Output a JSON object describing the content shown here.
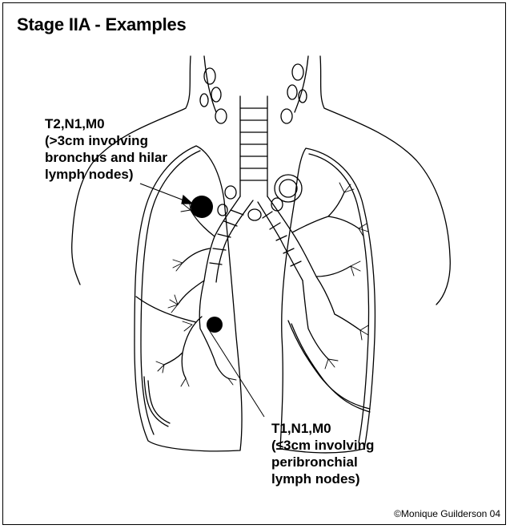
{
  "title": "Stage IIA - Examples",
  "labels": {
    "upper": {
      "stage": "T2,N1,M0",
      "desc_lines": [
        "(>3cm involving",
        "bronchus and hilar",
        "lymph nodes)"
      ]
    },
    "lower": {
      "stage": "T1,N1,M0",
      "desc_lines": [
        "(≤3cm involving",
        "peribronchial",
        "lymph nodes)"
      ]
    }
  },
  "copyright": "©Monique Guilderson 04",
  "colors": {
    "line": "#000000",
    "background": "#ffffff",
    "tumor": "#000000"
  }
}
